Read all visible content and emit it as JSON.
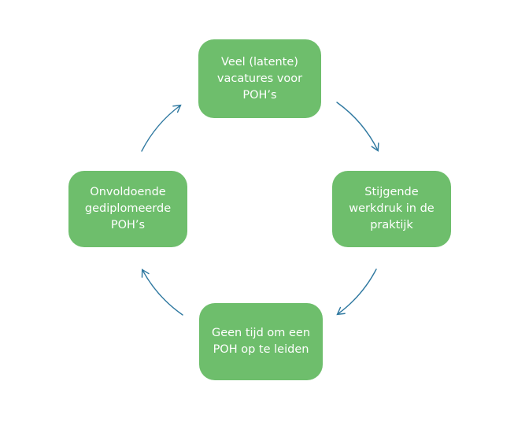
{
  "colors": {
    "node_fill": "#6ebe6c",
    "node_text": "#ffffff",
    "arrow": "#2e78a0",
    "background": "#ffffff"
  },
  "diagram": {
    "type": "cycle",
    "direction": "clockwise",
    "edges": [
      {
        "from": "top",
        "to": "right"
      },
      {
        "from": "right",
        "to": "bottom"
      },
      {
        "from": "bottom",
        "to": "left"
      },
      {
        "from": "left",
        "to": "top"
      }
    ]
  },
  "nodes": {
    "top": {
      "label": "Veel (latente) vacatures voor POH’s",
      "lines": [
        "Veel (latente)",
        "vacatures voor",
        "POH’s"
      ]
    },
    "right": {
      "label": "Stijgende werkdruk in de praktijk",
      "lines": [
        "Stijgende",
        "werkdruk in de",
        "praktijk"
      ]
    },
    "bottom": {
      "label": "Geen tijd om een POH op te leiden",
      "lines": [
        "Geen tijd om een",
        "POH op te leiden"
      ]
    },
    "left": {
      "label": "Onvoldoende gediplomeerde POH’s",
      "lines": [
        "Onvoldoende",
        "gediplomeerde",
        "POH’s"
      ]
    }
  }
}
